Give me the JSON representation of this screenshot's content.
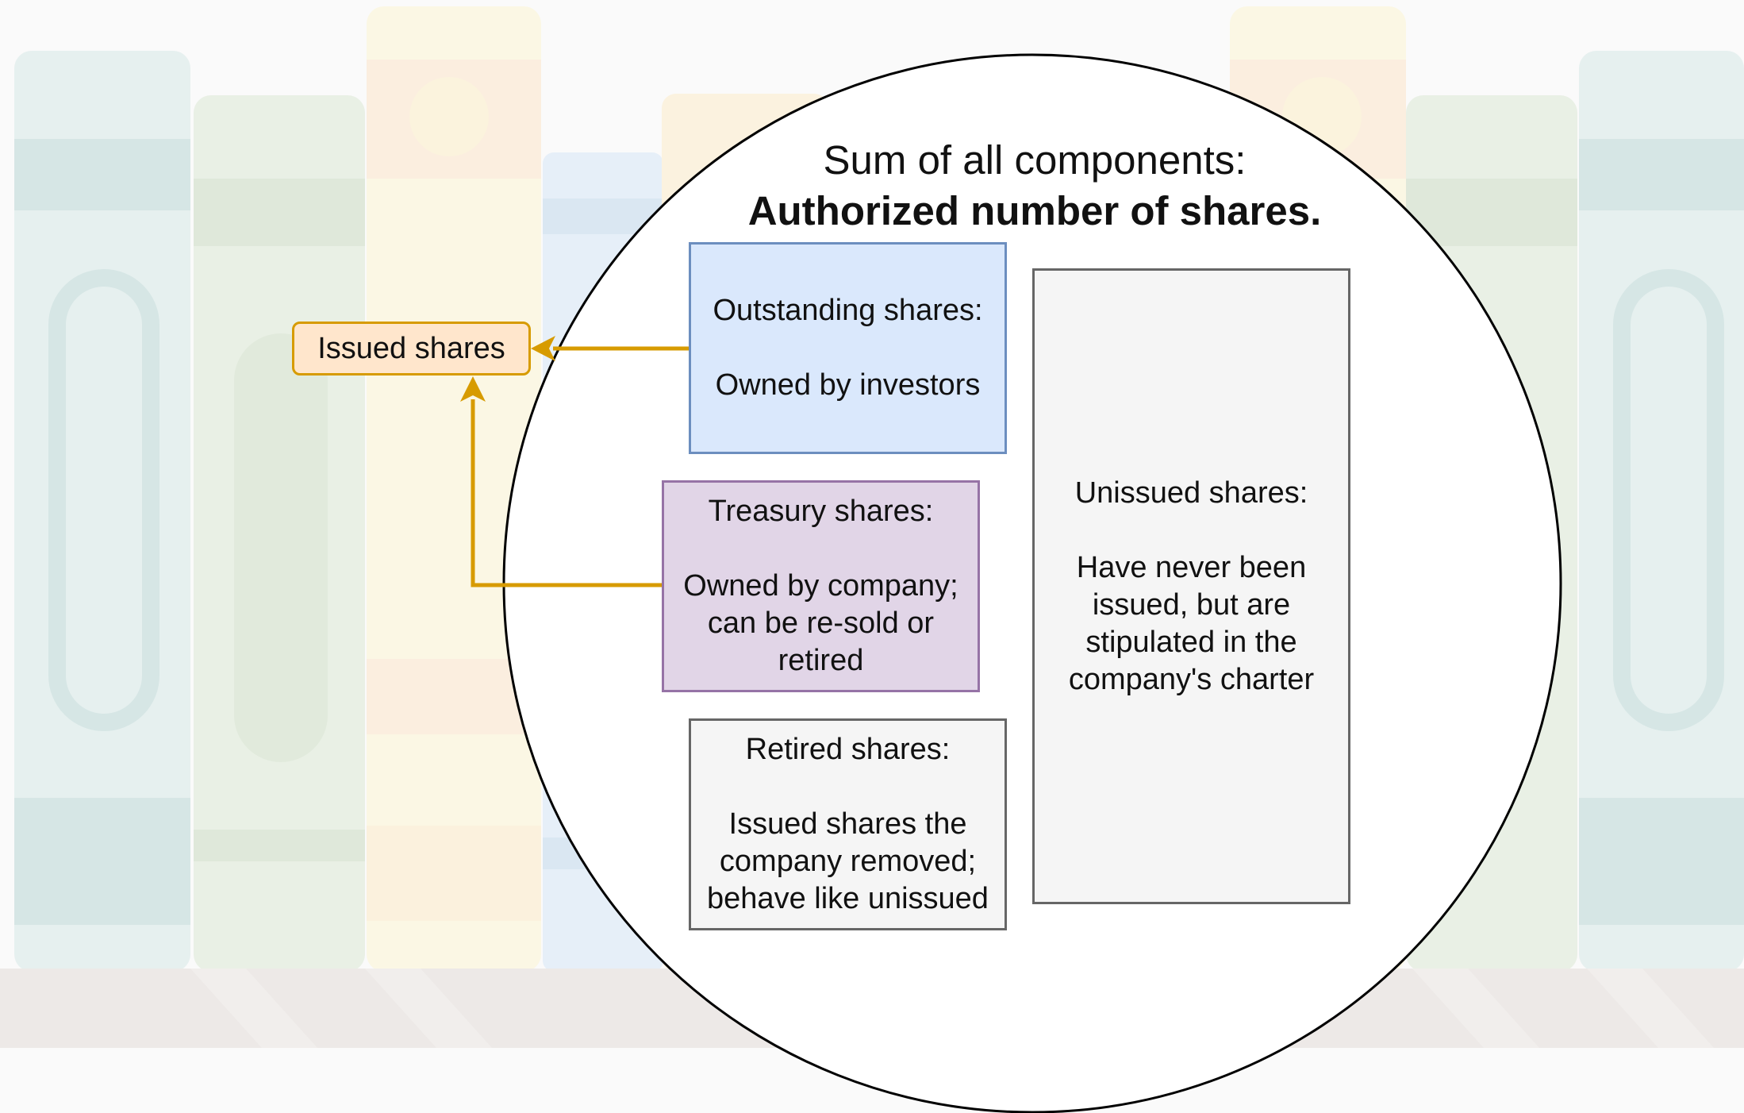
{
  "colors": {
    "background": "#fafafa",
    "circle_fill": "#ffffff",
    "arrow": "#d79b00",
    "issued_fill": "#ffe6cc",
    "issued_border": "#d79b00",
    "outstanding_fill": "#dae8fc",
    "outstanding_border": "#6c8ebf",
    "treasury_fill": "#e1d5e7",
    "treasury_border": "#9673a6",
    "grey_fill": "#f5f5f5",
    "grey_border": "#666666"
  },
  "title": {
    "line1": "Sum of all components:",
    "line2": "Authorized number of shares."
  },
  "issued": {
    "label": "Issued shares"
  },
  "outstanding": {
    "heading": "Outstanding shares:",
    "body": "Owned by investors"
  },
  "treasury": {
    "heading": "Treasury shares:",
    "body_lines": [
      "Owned by company;",
      "can be re-sold or",
      "retired"
    ]
  },
  "retired": {
    "heading": "Retired shares:",
    "body_lines": [
      "Issued shares the",
      "company removed;",
      "behave like unissued"
    ]
  },
  "unissued": {
    "heading": "Unissued shares:",
    "body_lines": [
      "Have never been",
      "issued, but are",
      "stipulated in the",
      "company's charter"
    ]
  },
  "background_icon": "bookshelf-illustration"
}
